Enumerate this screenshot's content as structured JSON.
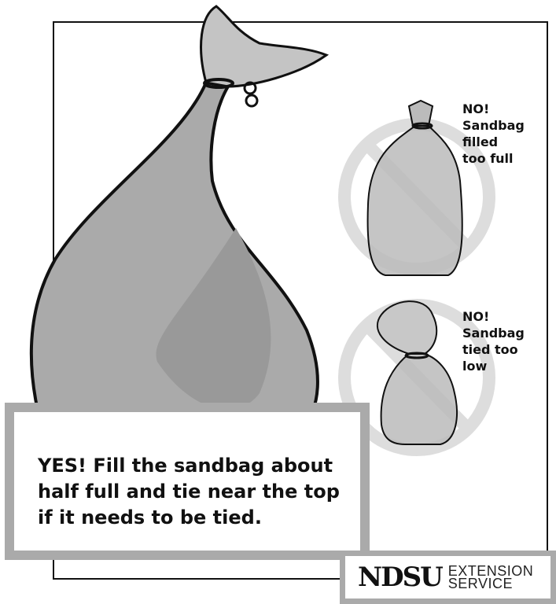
{
  "notes": {
    "too_full": [
      "NO!",
      "Sandbag",
      "filled",
      "too full"
    ],
    "too_low": [
      "NO!",
      "Sandbag",
      "tied too",
      "low"
    ]
  },
  "main_caption": [
    "YES! Fill the sandbag about",
    "half full and tie near the top",
    "if it needs to be tied."
  ],
  "logo": {
    "brand": "NDSU",
    "line1": "EXTENSION",
    "line2": "SERVICE"
  }
}
